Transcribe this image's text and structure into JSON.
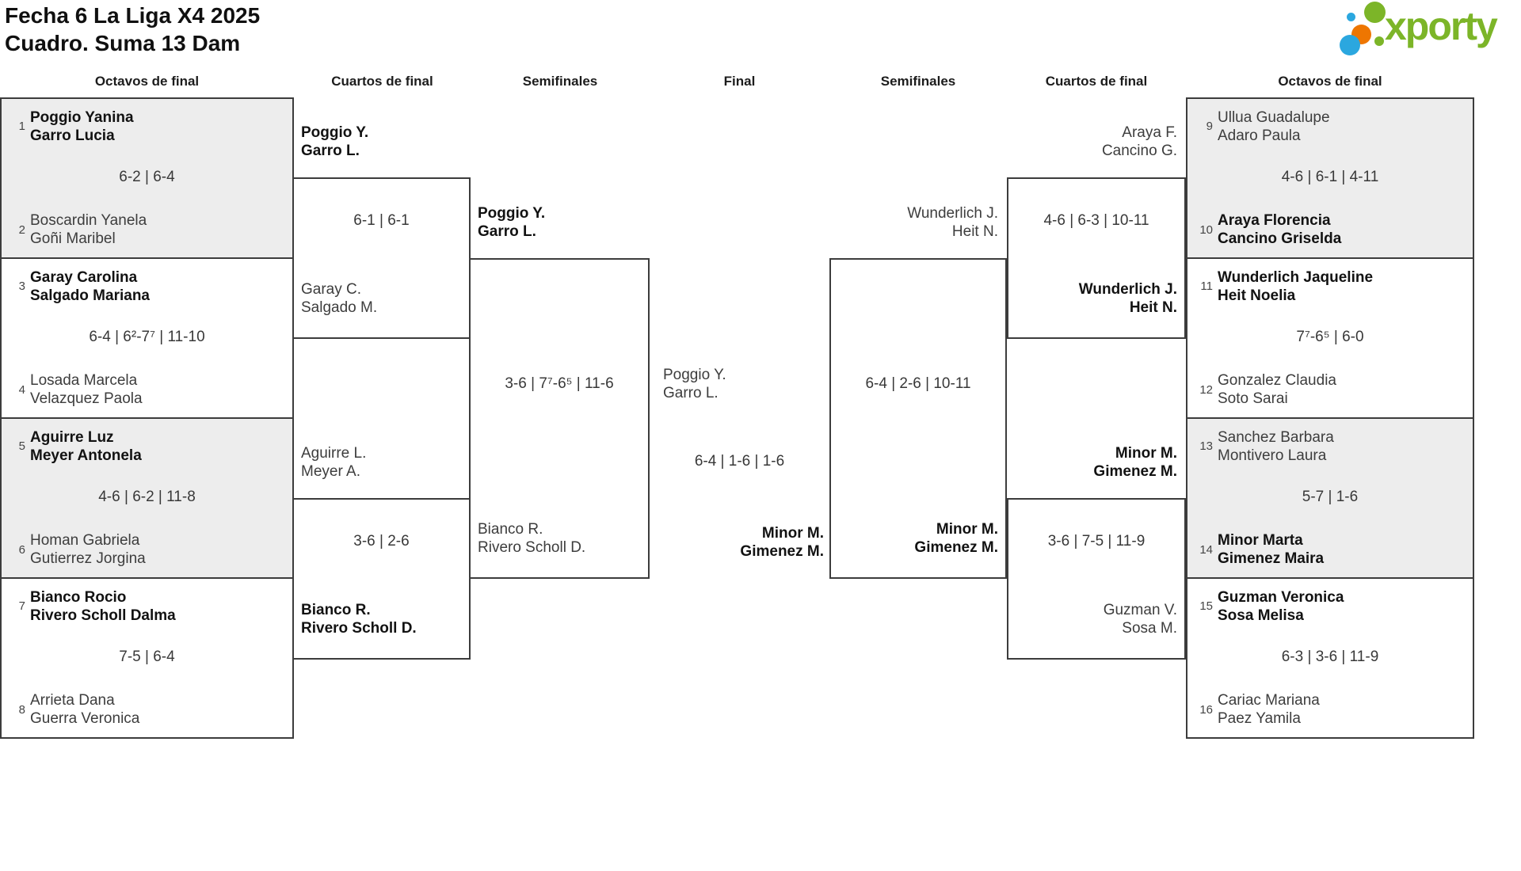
{
  "title": {
    "line1": "Fecha 6 La Liga X4 2025",
    "line2": "Cuadro. Suma 13 Dam"
  },
  "logo": {
    "text": "xporty",
    "dots": [
      "blue-small",
      "green-large",
      "orange",
      "green-small",
      "blue-large"
    ],
    "colors": {
      "green": "#7cb528",
      "blue": "#2ba7df",
      "orange": "#ee7601"
    }
  },
  "colors": {
    "box_fill_gray": "#ededed",
    "border": "#3c3c3c",
    "winner_text": "#121212",
    "loser_text": "#3d3d3d"
  },
  "headers": {
    "octavos_left": "Octavos de final",
    "cuartos_left": "Cuartos de final",
    "semis_left": "Semifinales",
    "final": "Final",
    "semis_right": "Semifinales",
    "cuartos_right": "Cuartos de final",
    "octavos_right": "Octavos de final"
  },
  "octavos_left": [
    {
      "seed1": "1",
      "team1": [
        "Poggio Yanina",
        "Garro Lucia"
      ],
      "score": "6-2 | 6-4",
      "seed2": "2",
      "team2": [
        "Boscardin Yanela",
        "Goñi Maribel"
      ],
      "winner": "team1"
    },
    {
      "seed1": "3",
      "team1": [
        "Garay Carolina",
        "Salgado Mariana"
      ],
      "score": "6-4 | 6²-7⁷ | 11-10",
      "seed2": "4",
      "team2": [
        "Losada Marcela",
        "Velazquez Paola"
      ],
      "winner": "team1"
    },
    {
      "seed1": "5",
      "team1": [
        "Aguirre Luz",
        "Meyer Antonela"
      ],
      "score": "4-6 | 6-2 | 11-8",
      "seed2": "6",
      "team2": [
        "Homan Gabriela",
        "Gutierrez Jorgina"
      ],
      "winner": "team1"
    },
    {
      "seed1": "7",
      "team1": [
        "Bianco Rocio",
        "Rivero Scholl Dalma"
      ],
      "score": "7-5 | 6-4",
      "seed2": "8",
      "team2": [
        "Arrieta Dana",
        "Guerra Veronica"
      ],
      "winner": "team1"
    }
  ],
  "octavos_right": [
    {
      "seed1": "9",
      "team1": [
        "Ullua Guadalupe",
        "Adaro Paula"
      ],
      "score": "4-6 | 6-1 | 4-11",
      "seed2": "10",
      "team2": [
        "Araya Florencia",
        "Cancino Griselda"
      ],
      "winner": "team2"
    },
    {
      "seed1": "11",
      "team1": [
        "Wunderlich Jaqueline",
        "Heit Noelia"
      ],
      "score": "7⁷-6⁵ | 6-0",
      "seed2": "12",
      "team2": [
        "Gonzalez Claudia",
        "Soto Sarai"
      ],
      "winner": "team1"
    },
    {
      "seed1": "13",
      "team1": [
        "Sanchez Barbara",
        "Montivero Laura"
      ],
      "score": "5-7 | 1-6",
      "seed2": "14",
      "team2": [
        "Minor Marta",
        "Gimenez Maira"
      ],
      "winner": "team2"
    },
    {
      "seed1": "15",
      "team1": [
        "Guzman Veronica",
        "Sosa Melisa"
      ],
      "score": "6-3 | 3-6 | 11-9",
      "seed2": "16",
      "team2": [
        "Cariac Mariana",
        "Paez Yamila"
      ],
      "winner": "team1"
    }
  ],
  "cuartos_left": [
    {
      "team1": [
        "Poggio Y.",
        "Garro L."
      ],
      "score": "6-1 | 6-1",
      "team2": [
        "Garay C.",
        "Salgado M."
      ],
      "winner": "team1"
    },
    {
      "team1": [
        "Aguirre L.",
        "Meyer A."
      ],
      "score": "3-6 | 2-6",
      "team2": [
        "Bianco R.",
        "Rivero Scholl D."
      ],
      "winner": "team2"
    }
  ],
  "cuartos_right": [
    {
      "team1": [
        "Araya F.",
        "Cancino G."
      ],
      "score": "4-6 | 6-3 | 10-11",
      "team2": [
        "Wunderlich J.",
        "Heit N."
      ],
      "winner": "team2"
    },
    {
      "team1": [
        "Minor M.",
        "Gimenez M."
      ],
      "score": "3-6 | 7-5 | 11-9",
      "team2": [
        "Guzman V.",
        "Sosa M."
      ],
      "winner": "team1"
    }
  ],
  "semis_left": {
    "team1": [
      "Poggio Y.",
      "Garro L."
    ],
    "score": "3-6 | 7⁷-6⁵ | 11-6",
    "team2": [
      "Bianco R.",
      "Rivero Scholl D."
    ],
    "winner": "team1"
  },
  "semis_right": {
    "team1": [
      "Wunderlich J.",
      "Heit N."
    ],
    "score": "6-4 | 2-6 | 10-11",
    "team2": [
      "Minor M.",
      "Gimenez M."
    ],
    "winner": "team2"
  },
  "final": {
    "team1": [
      "Poggio Y.",
      "Garro L."
    ],
    "score": "6-4 | 1-6 | 1-6",
    "team2": [
      "Minor M.",
      "Gimenez M."
    ],
    "winner": "team2"
  }
}
